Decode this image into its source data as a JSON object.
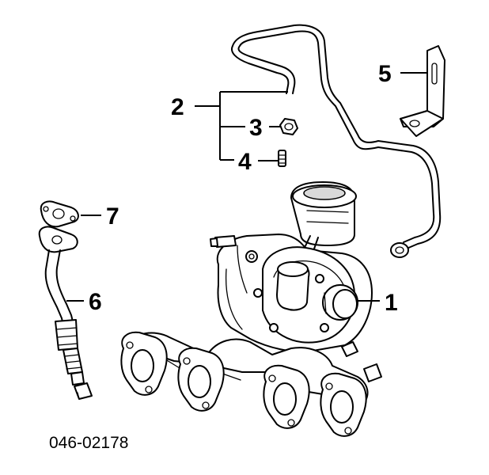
{
  "callouts": {
    "c1": "1",
    "c2": "2",
    "c3": "3",
    "c4": "4",
    "c5": "5",
    "c6": "6",
    "c7": "7"
  },
  "part_number": "046-02178"
}
